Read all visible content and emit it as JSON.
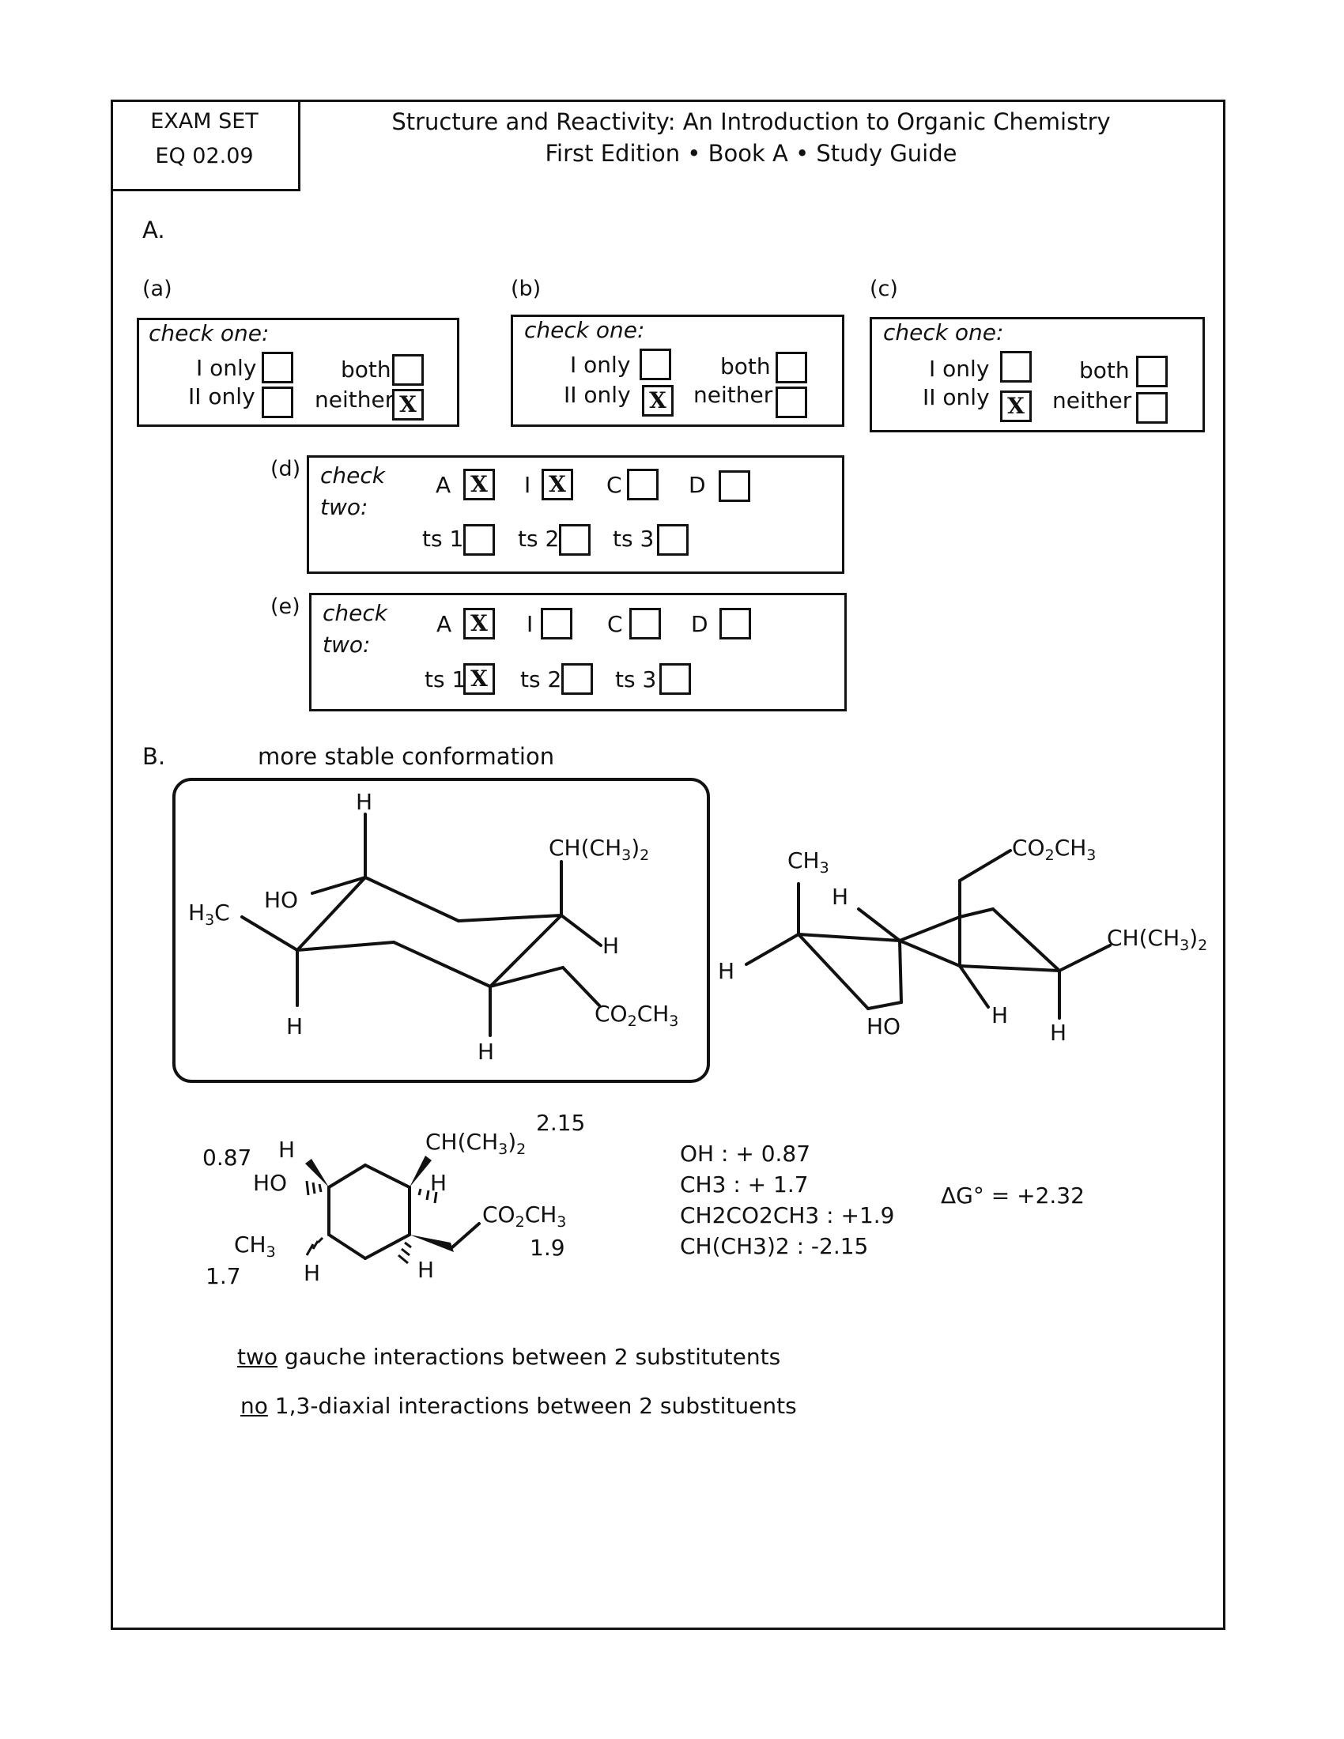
{
  "header": {
    "exam_set": "EXAM SET",
    "exam_code": "EQ 02.09",
    "title_line1": "Structure and Reactivity: An Introduction to Organic Chemistry",
    "title_line2": "First Edition • Book A • Study Guide"
  },
  "sectionA": {
    "label": "A.",
    "check_one_label": "check one:",
    "check_two_label_1": "check",
    "check_two_label_2": "two:",
    "options_one": [
      "I only",
      "II only",
      "both",
      "neither"
    ],
    "options_two_top": [
      "A",
      "I",
      "C",
      "D"
    ],
    "options_two_bottom": [
      "ts 1",
      "ts 2",
      "ts 3"
    ],
    "mark": "X",
    "parts": {
      "a": {
        "label": "(a)",
        "checked": "neither"
      },
      "b": {
        "label": "(b)",
        "checked": "II only"
      },
      "c": {
        "label": "(c)",
        "checked": "II only"
      },
      "d": {
        "label": "(d)",
        "checked": [
          "A",
          "I"
        ]
      },
      "e": {
        "label": "(e)",
        "checked": [
          "A",
          "ts 1"
        ]
      }
    }
  },
  "sectionB": {
    "label": "B.",
    "caption": "more stable conformation",
    "values": {
      "v1": "0.87",
      "v2": "2.15",
      "v3": "1.9",
      "v4": "1.7"
    },
    "contributions": [
      "OH : + 0.87",
      "CH3 : + 1.7",
      "CH2CO2CH3 : +1.9",
      "CH(CH3)2 : -2.15"
    ],
    "delta_g": "ΔG° = +2.32",
    "note1_underlined": "two",
    "note1_rest": " gauche interactions between 2 substitutents",
    "note2_underlined": "no",
    "note2_rest": " 1,3-diaxial interactions between 2 substituents"
  }
}
